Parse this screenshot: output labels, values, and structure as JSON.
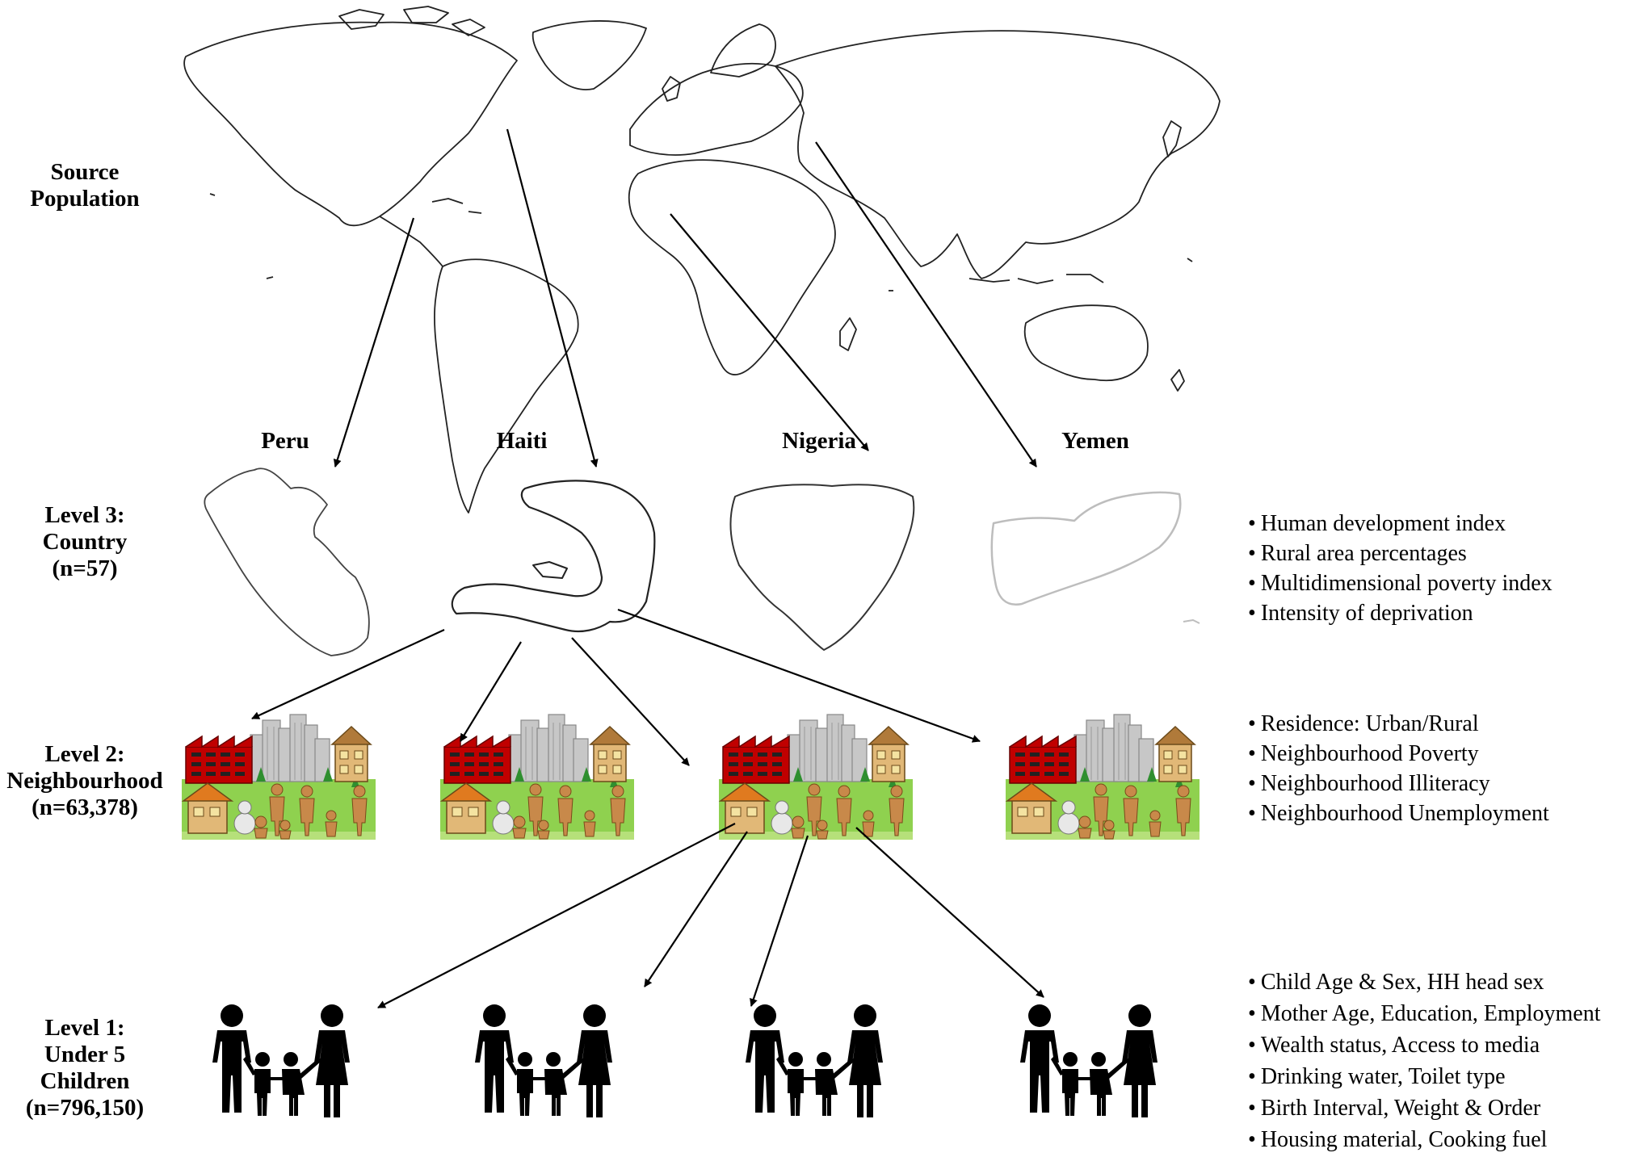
{
  "levels": {
    "source": "Source\nPopulation",
    "country": "Level 3:\nCountry\n(n=57)",
    "neighbourhood": "Level 2:\nNeighbourhood\n(n=63,378)",
    "children": "Level 1:\nUnder 5\nChildren\n(n=796,150)"
  },
  "countries": [
    "Peru",
    "Haiti",
    "Nigeria",
    "Yemen"
  ],
  "country_variables": [
    "Human development index",
    "Rural area percentages",
    "Multidimensional poverty index",
    "Intensity of deprivation"
  ],
  "neighbourhood_variables": [
    "Residence: Urban/Rural",
    "Neighbourhood Poverty",
    "Neighbourhood Illiteracy",
    "Neighbourhood Unemployment"
  ],
  "child_variables": [
    "Child Age & Sex, HH head sex",
    "Mother Age, Education, Employment",
    "Wealth status, Access to media",
    "Drinking water, Toilet type",
    "Birth Interval, Weight & Order",
    "Housing material, Cooking fuel"
  ],
  "icons": {
    "world_map": "world-map-outline",
    "country_map": "country-outline",
    "neighbourhood": "neighbourhood-illustration",
    "family": "family-silhouette"
  },
  "colors": {
    "factory": "#c00000",
    "grass": "#8fd14f",
    "buildings": "#b8b8b8",
    "people": "#c8894a",
    "silhouette": "#000000",
    "outline": "#222222"
  }
}
